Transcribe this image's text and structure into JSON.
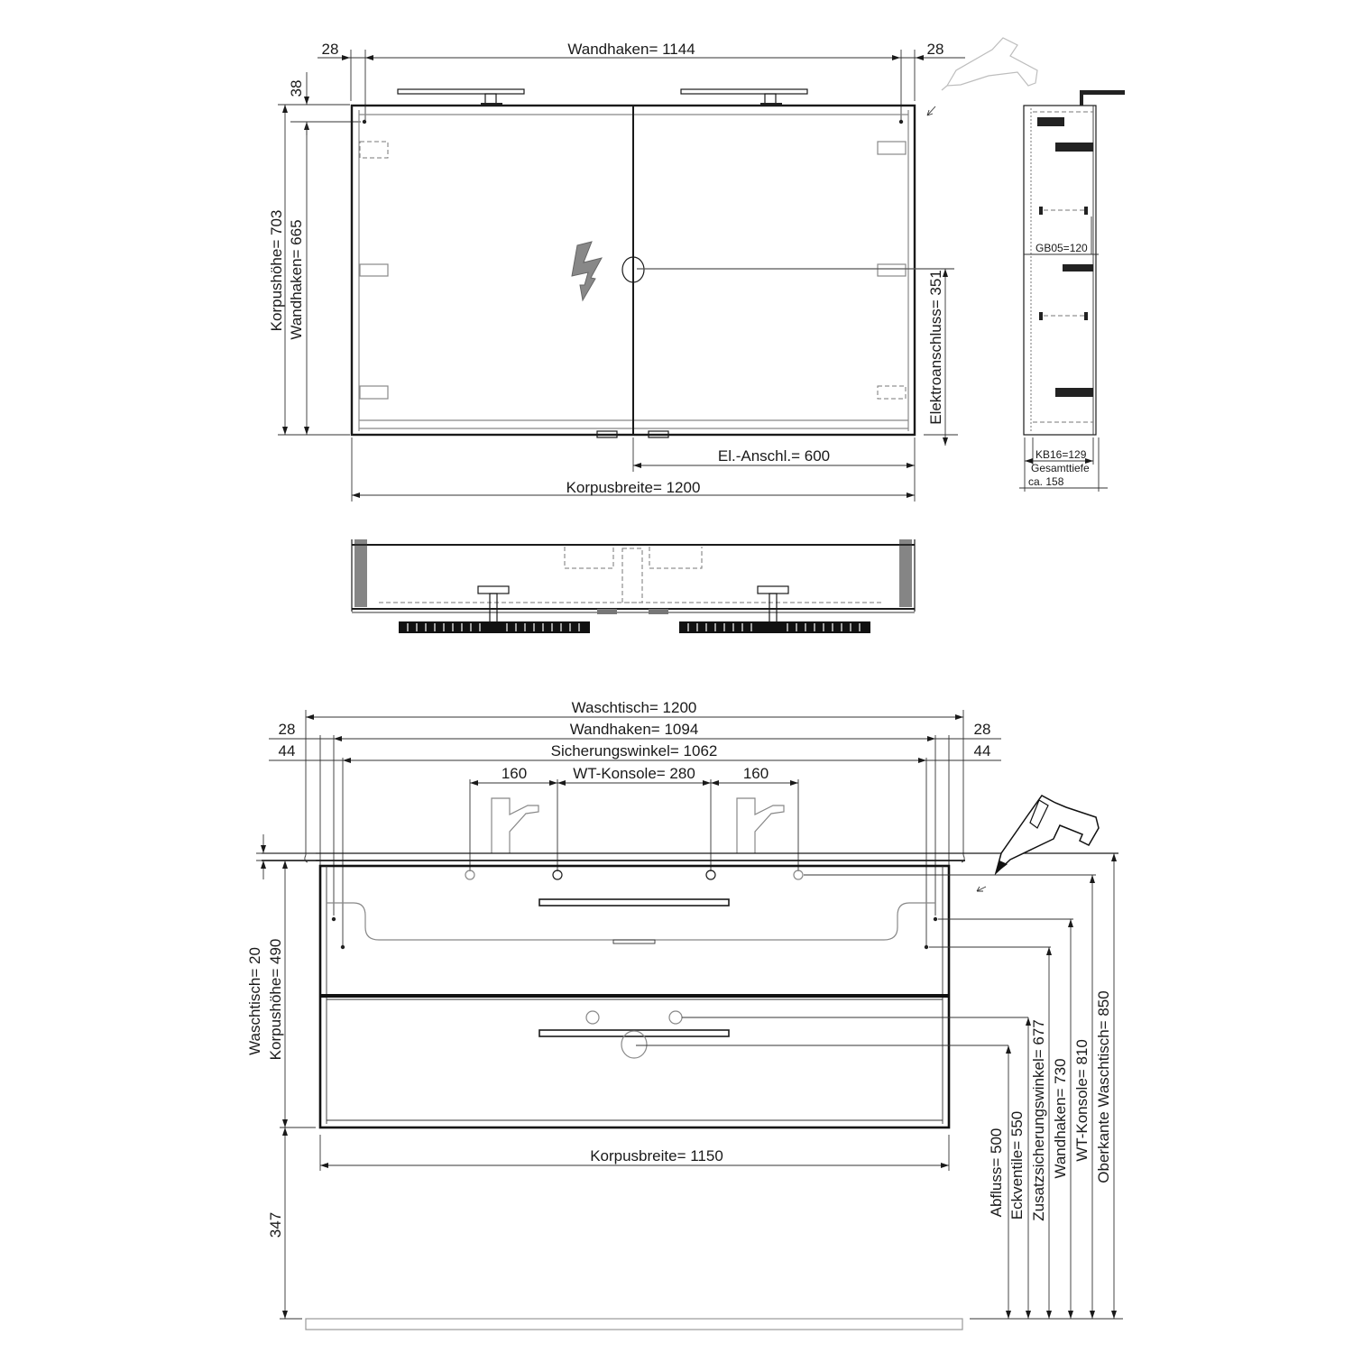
{
  "mirror_cabinet_front": {
    "wandhaken_width": "Wandhaken=  1144",
    "left_offset": "28",
    "right_offset": "28",
    "top_offset": "38",
    "korpushoehe": "Korpushöhe=  703",
    "wandhaken_height": "Wandhaken=  665",
    "elektroanschluss": "Elektroanschluss=  351",
    "el_anschl": "El.-Anschl.=  600",
    "korpusbreite": "Korpusbreite=  1200",
    "electric_symbol": "lightning-bolt-icon"
  },
  "mirror_cabinet_side": {
    "gb05": "GB05=120",
    "kb16": "KB16=129",
    "gesamttiefe_label": "Gesamttiefe",
    "gesamttiefe_value": "ca. 158"
  },
  "vanity_front": {
    "waschtisch_width": "Waschtisch= 1200",
    "wandhaken_width": "Wandhaken= 1094",
    "sicherungswinkel": "Sicherungswinkel= 1062",
    "wt_konsole": "WT-Konsole= 280",
    "konsole_left": "160",
    "konsole_right": "160",
    "offset_28_left": "28",
    "offset_28_right": "28",
    "offset_44_left": "44",
    "offset_44_right": "44",
    "waschtisch_height": "Waschtisch=  20",
    "korpushoehe": "Korpushöhe=  490",
    "floor_gap": "347",
    "korpusbreite": "Korpusbreite=  1150"
  },
  "vanity_heights": [
    {
      "label": "Abfluss=  500"
    },
    {
      "label": "Eckventile=  550"
    },
    {
      "label": "Zusatzsicherungswinkel=  677"
    },
    {
      "label": "Wandhaken=  730"
    },
    {
      "label": "WT-Konsole= 810"
    },
    {
      "label": "Oberkante Waschtisch=  850"
    }
  ],
  "colors": {
    "line": "#1a1a1a",
    "grey": "#888888",
    "background": "#ffffff"
  }
}
